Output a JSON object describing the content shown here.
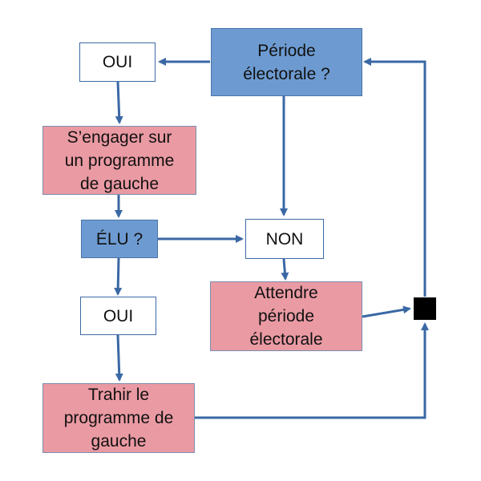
{
  "colors": {
    "arrow": "#3a68a5",
    "decision_fill": "#6d9bd1",
    "action_fill": "#ea9aa3",
    "answer_fill": "#ffffff",
    "junction": "#000000"
  },
  "nodes": {
    "periode": {
      "label": "Période\nélectorale ?"
    },
    "oui_top": {
      "label": "OUI"
    },
    "engager": {
      "label": "S’engager sur\nun programme\nde gauche"
    },
    "elu": {
      "label": "ÉLU ?"
    },
    "non": {
      "label": "NON"
    },
    "attendre": {
      "label": "Attendre\npériode\nélectorale"
    },
    "oui_bottom": {
      "label": "OUI"
    },
    "trahir": {
      "label": "Trahir le\nprogramme de\ngauche"
    }
  }
}
